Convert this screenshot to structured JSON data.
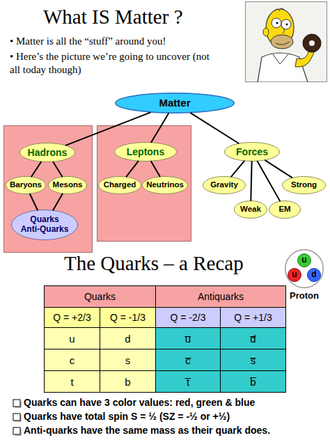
{
  "diagram": {
    "title": "What IS Matter ?",
    "nodes": [
      {
        "text": [
          "Matter"
        ]
      },
      {
        "text": []
      },
      {
        "text": [
          "Hadrons"
        ],
        "in": 1
      },
      {
        "text": [
          "Baryons"
        ],
        "in": 1
      },
      {
        "text": [
          "Mesons"
        ],
        "in": 1
      },
      {
        "text": [
          "Quarks Anti-Quarks"
        ],
        "in": 1
      },
      {
        "text": []
      },
      {
        "text": [
          "Leptons"
        ],
        "in": 6
      },
      {
        "text": [
          "Charged"
        ],
        "in": 6
      },
      {
        "text": [
          "Neutrinos"
        ],
        "in": 6
      },
      {
        "text": [
          "Forces"
        ]
      },
      {
        "text": [
          "Gravity"
        ]
      },
      {
        "text": [
          "Strong"
        ]
      },
      {
        "text": [
          "Weak"
        ]
      },
      {
        "text": [
          "EM"
        ]
      },
      {
        "text": [
          "Proton"
        ]
      },
      {
        "text": [
          "u"
        ],
        "in": 15
      },
      {
        "text": [
          "u"
        ],
        "in": 15
      },
      {
        "text": [
          "d"
        ],
        "in": 15
      }
    ],
    "edges": [
      {
        "from": 0,
        "to": 2,
        "arrow": "none"
      },
      {
        "from": 0,
        "to": 7,
        "arrow": "none"
      },
      {
        "from": 0,
        "to": 10,
        "arrow": "none"
      },
      {
        "from": 2,
        "to": 3,
        "arrow": "none"
      },
      {
        "from": 2,
        "to": 4,
        "arrow": "none"
      },
      {
        "from": 3,
        "to": 5,
        "arrow": "none"
      },
      {
        "from": 4,
        "to": 5,
        "arrow": "none"
      },
      {
        "from": 7,
        "to": 8,
        "arrow": "none"
      },
      {
        "from": 7,
        "to": 9,
        "arrow": "none"
      },
      {
        "from": 10,
        "to": 11,
        "arrow": "none"
      },
      {
        "from": 10,
        "to": 12,
        "arrow": "none"
      },
      {
        "from": 10,
        "to": 13,
        "arrow": "none"
      },
      {
        "from": 10,
        "to": 14,
        "arrow": "none"
      }
    ],
    "labels": [
      "• Matter is all the “stuff” around you!",
      "• Here’s the picture we’re going to uncover (not all today though)",
      "The Quarks – a Recap",
      "Quarks",
      "Antiquarks",
      "Q = +2/3",
      "Q = -1/3",
      "Q = -2/3",
      "Q = +1/3",
      "u",
      "d",
      "u̅",
      "d̅",
      "c",
      "s",
      "c̅",
      "s̅",
      "t",
      "b",
      "t̅",
      "b̅",
      "Quarks can have 3 color values: red, green & blue",
      "Quarks have total spin S = ½ (SZ = -½ or +½)",
      "Anti-quarks have the same mass as their quark does."
    ]
  }
}
